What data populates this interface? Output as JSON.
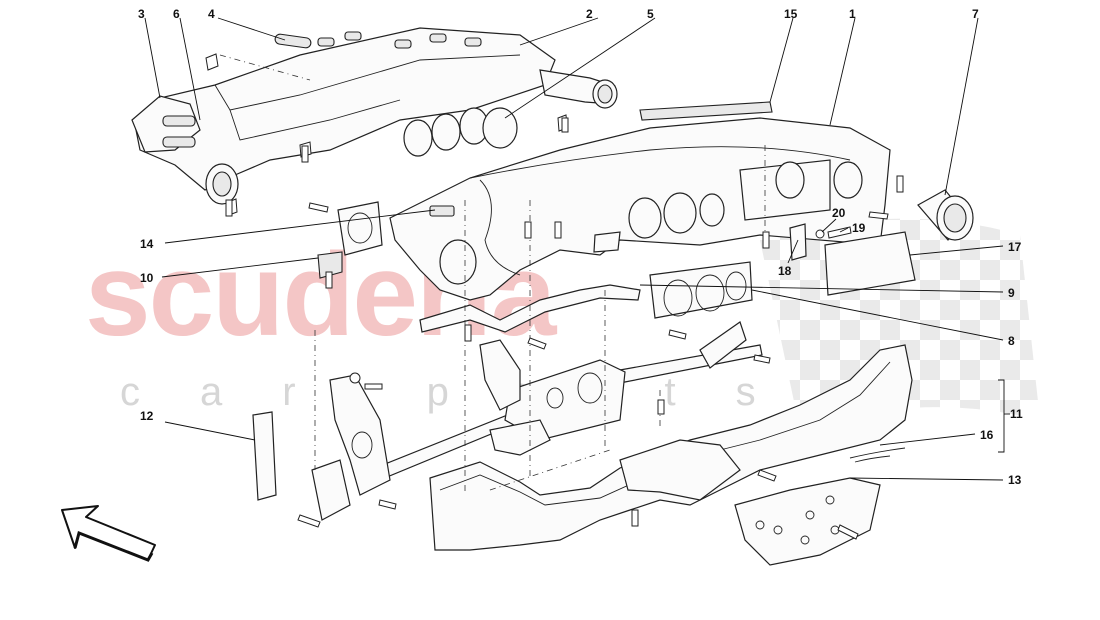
{
  "watermark": {
    "brand": "scuderia",
    "tagline": "car parts"
  },
  "callouts": [
    {
      "id": "c1",
      "label": "1"
    },
    {
      "id": "c2",
      "label": "2"
    },
    {
      "id": "c3",
      "label": "3"
    },
    {
      "id": "c4",
      "label": "4"
    },
    {
      "id": "c5",
      "label": "5"
    },
    {
      "id": "c6",
      "label": "6"
    },
    {
      "id": "c7",
      "label": "7"
    },
    {
      "id": "c8",
      "label": "8"
    },
    {
      "id": "c9",
      "label": "9"
    },
    {
      "id": "c10",
      "label": "10"
    },
    {
      "id": "c11",
      "label": "11"
    },
    {
      "id": "c12",
      "label": "12"
    },
    {
      "id": "c13",
      "label": "13"
    },
    {
      "id": "c14",
      "label": "14"
    },
    {
      "id": "c15",
      "label": "15"
    },
    {
      "id": "c16",
      "label": "16"
    },
    {
      "id": "c17",
      "label": "17"
    },
    {
      "id": "c18",
      "label": "18"
    },
    {
      "id": "c19",
      "label": "19"
    },
    {
      "id": "c20",
      "label": "20"
    }
  ],
  "icons": {
    "direction_arrow": "arrow-icon",
    "checkered_flag": "checkered-flag-icon"
  }
}
